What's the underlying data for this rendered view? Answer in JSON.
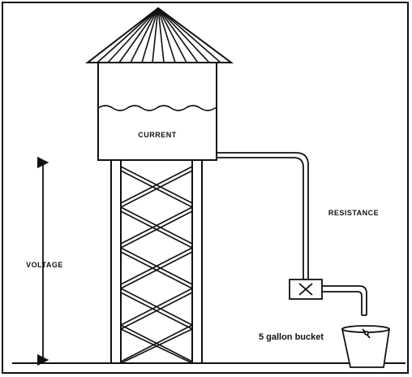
{
  "diagram": {
    "labels": {
      "tank": "CURRENT",
      "height": "VOLTAGE",
      "pipe": "RESISTANCE",
      "bucket": "5 gallon bucket"
    }
  }
}
